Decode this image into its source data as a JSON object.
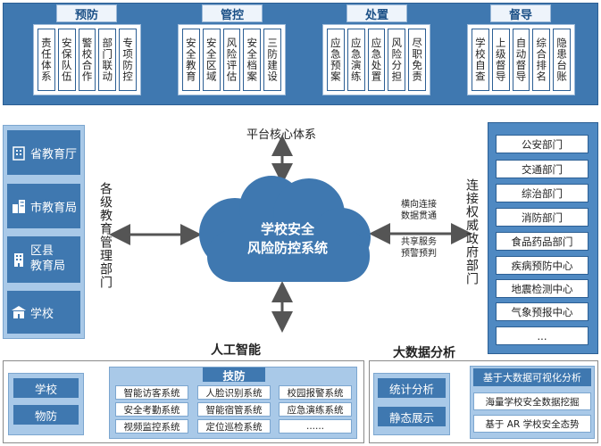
{
  "groups": [
    {
      "label": "预防",
      "items": [
        "责任体系",
        "安保队伍",
        "警校合作",
        "部门联动",
        "专项防控"
      ]
    },
    {
      "label": "管控",
      "items": [
        "安全教育",
        "安全区域",
        "风险评估",
        "安全档案",
        "三防建设"
      ]
    },
    {
      "label": "处置",
      "items": [
        "应急预案",
        "应急演练",
        "应急处置",
        "风险分担",
        "尽职免责"
      ]
    },
    {
      "label": "督导",
      "items": [
        "学校自查",
        "上级督导",
        "自动督导",
        "综合排名",
        "隐患台账"
      ]
    }
  ],
  "left": {
    "title": "各级教育管理部门",
    "items": [
      {
        "label": "省教育厅",
        "icon": "building-icon"
      },
      {
        "label": "市教育局",
        "icon": "city-building-icon"
      },
      {
        "label": "区县\n教育局",
        "icon": "office-building-icon"
      },
      {
        "label": "学校",
        "icon": "school-icon"
      }
    ]
  },
  "center": {
    "core_label": "平台核心体系",
    "cloud_title_line1": "学校安全",
    "cloud_title_line2": "风险防控系统",
    "right_arrow_top": "横向连接\n数据贯通",
    "right_arrow_bottom": "共享服务\n预警预判"
  },
  "right": {
    "title": "连接权威政府部门",
    "departments": [
      "公安部门",
      "交通部门",
      "综治部门",
      "消防部门",
      "食品药品部门",
      "疾病预防中心",
      "地震检测中心",
      "气象预报中心",
      "..."
    ]
  },
  "bottom_left": {
    "section_title": "人工智能",
    "left_items": [
      "学校",
      "物防"
    ],
    "tech_header": "技防",
    "tech_items": [
      "智能访客系统",
      "人脸识别系统",
      "校园报警系统",
      "安全考勤系统",
      "智能宿管系统",
      "应急演练系统",
      "视频监控系统",
      "定位巡检系统",
      "......"
    ]
  },
  "bottom_right": {
    "section_title": "大数据分析",
    "left_items": [
      "统计分析",
      "静态展示"
    ],
    "header": "基于大数据可视化分析",
    "items": [
      "海量学校安全数据挖掘",
      "基于 AR 学校安全态势"
    ]
  },
  "colors": {
    "primary": "#3f78b0",
    "light": "#a9c9e8",
    "cloud": "#3f78b0"
  }
}
